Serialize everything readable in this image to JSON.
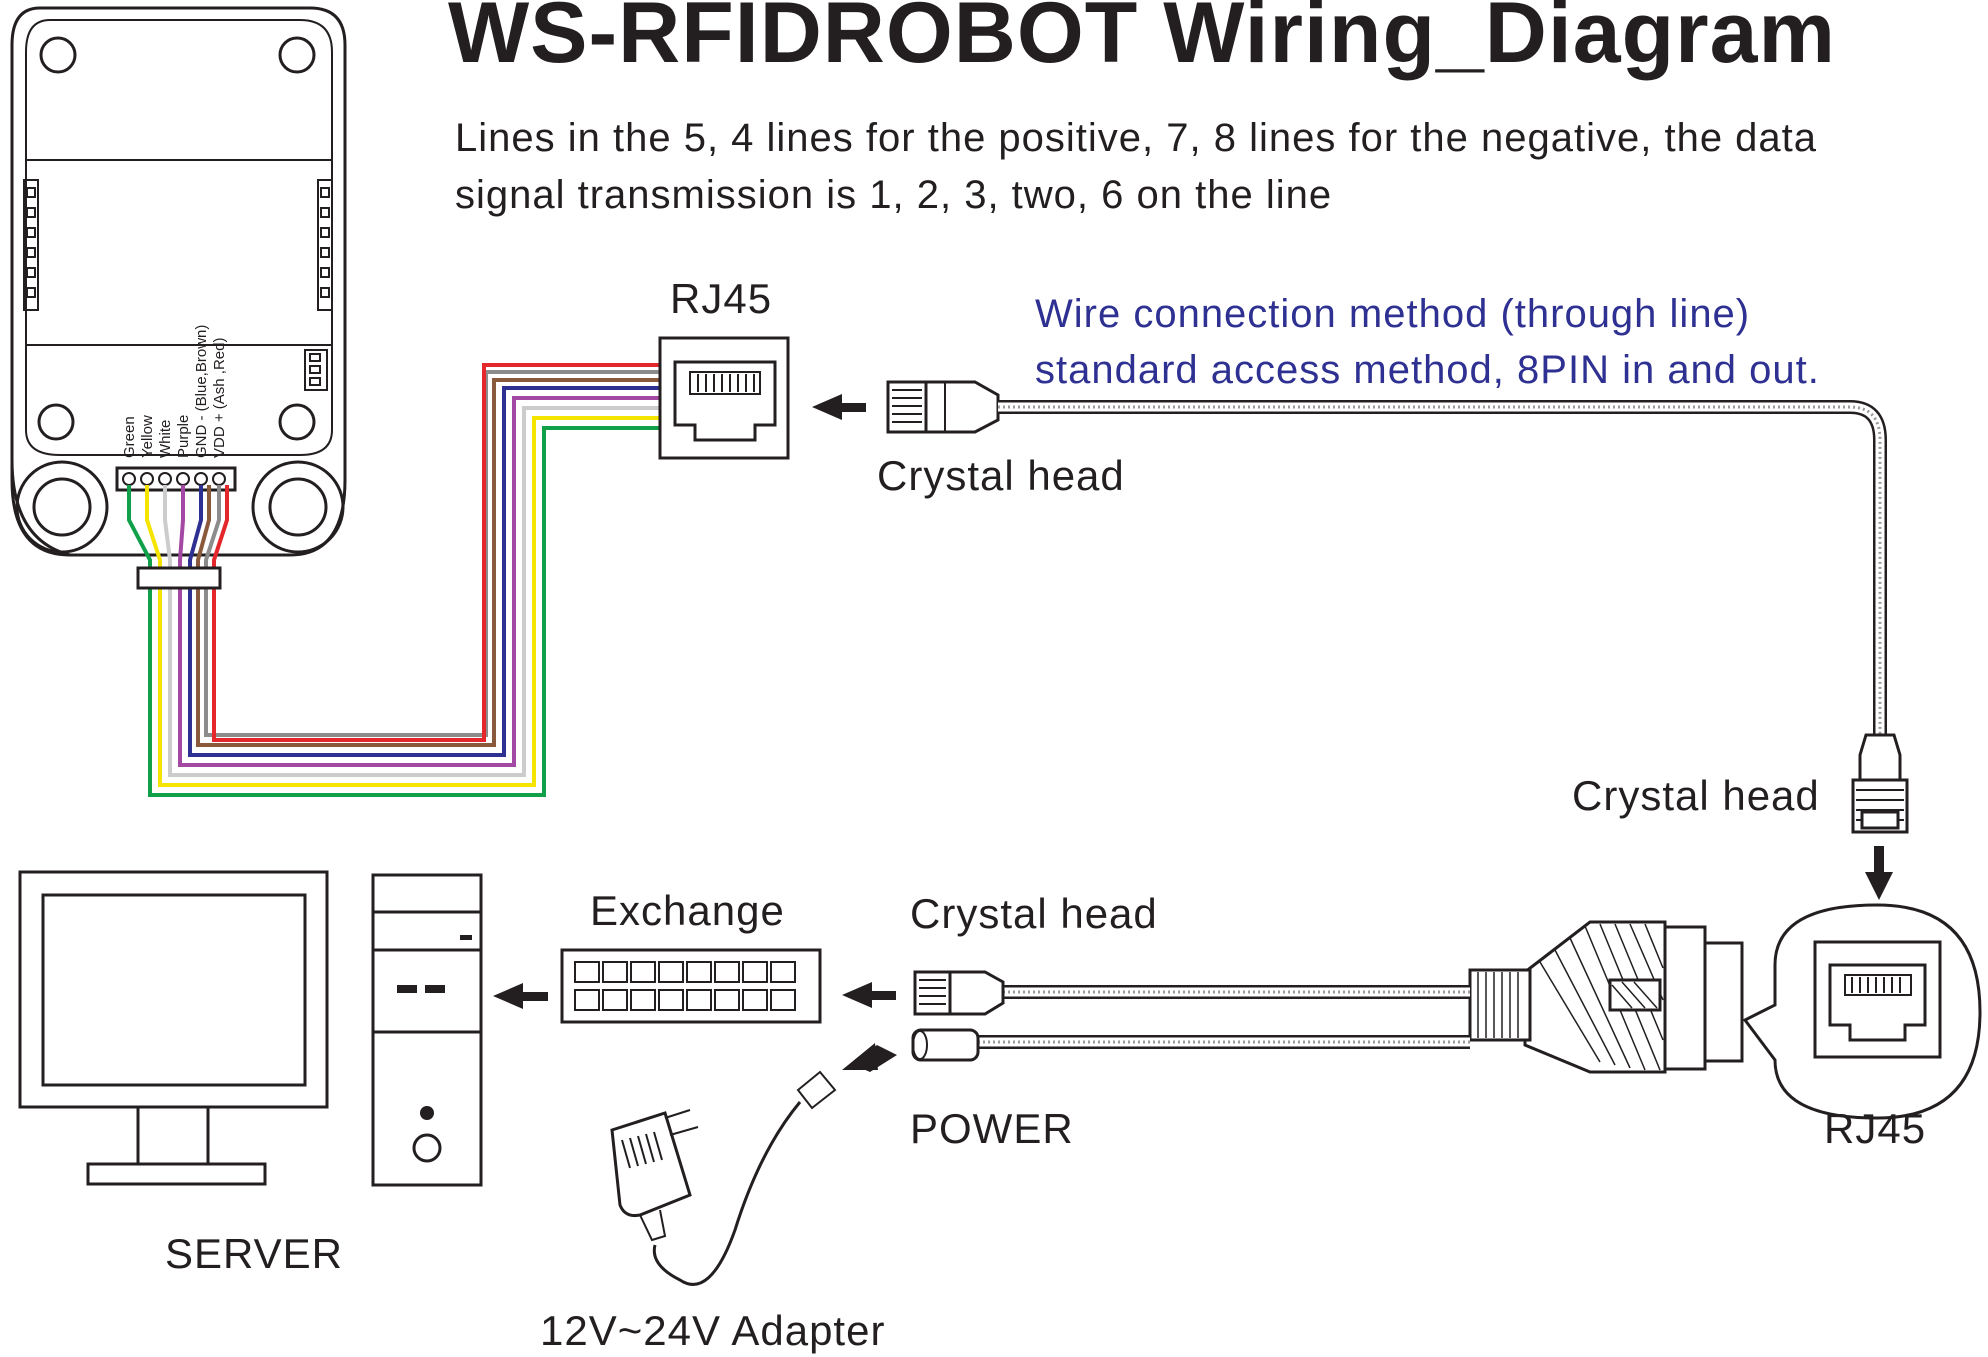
{
  "title": "WS-RFIDROBOT  Wiring_Diagram",
  "description": {
    "line1": "Lines in the 5, 4 lines for the positive, 7, 8 lines for the negative, the data",
    "line2": "signal transmission is 1, 2, 3, two, 6 on the line"
  },
  "note": {
    "line1": "Wire connection method (through line)",
    "line2": "standard access method, 8PIN in and out."
  },
  "labels": {
    "rj45_top": "RJ45",
    "crystal_head_top": "Crystal head",
    "crystal_head_right": "Crystal head",
    "crystal_head_bottom": "Crystal head",
    "exchange": "Exchange",
    "power": "POWER",
    "rj45_bottom": "RJ45",
    "server": "SERVER",
    "adapter": "12V~24V Adapter"
  },
  "reader_pins": {
    "green": "Green",
    "yellow": "Yellow",
    "white": "White",
    "purple": "Purple",
    "gnd": "GND - (Blue,Brown)",
    "vdd": "VDD + (Ash ,Red)"
  },
  "colors": {
    "text": "#231f20",
    "note": "#2e3192",
    "wire_red": "#e3272b",
    "wire_brown": "#8b5a3c",
    "wire_grey": "#8c8c8c",
    "wire_blue": "#2e3192",
    "wire_purple": "#a349a4",
    "wire_white": "#cccccc",
    "wire_yellow": "#f5e400",
    "wire_green": "#11a04a"
  }
}
